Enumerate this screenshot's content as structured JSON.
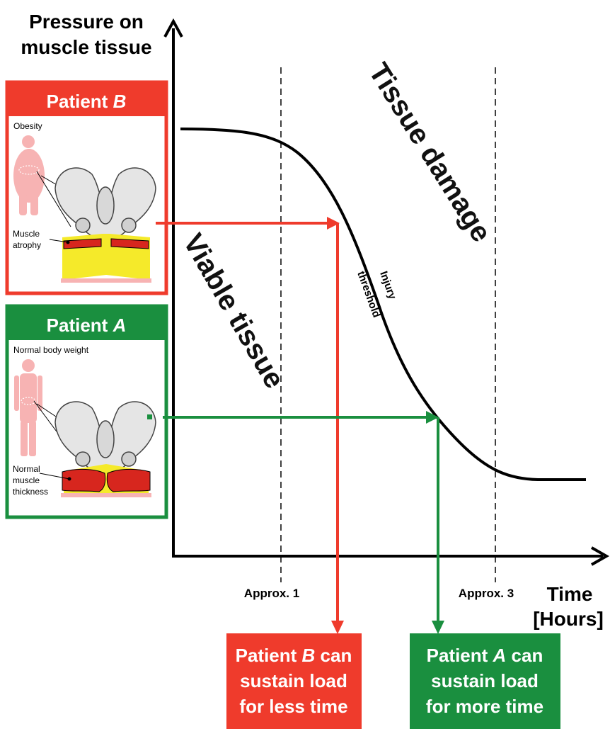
{
  "axes": {
    "y_label_line1": "Pressure on",
    "y_label_line2": "muscle tissue",
    "x_label_line1": "Time",
    "x_label_line2": "[Hours]",
    "tick_1": "Approx. 1",
    "tick_3": "Approx. 3"
  },
  "regions": {
    "damage": "Tissue damage",
    "viable": "Viable tissue",
    "threshold_line1": "Injury",
    "threshold_line2": "threshold"
  },
  "patient_b": {
    "title_prefix": "Patient ",
    "title_letter": "B",
    "condition": "Obesity",
    "muscle_line1": "Muscle",
    "muscle_line2": "atrophy",
    "result_line1_letter": "B",
    "result_line1_prefix": "Patient ",
    "result_line1_suffix": " can",
    "result_line2": "sustain load",
    "result_line3": "for less time"
  },
  "patient_a": {
    "title_prefix": "Patient ",
    "title_letter": "A",
    "condition": "Normal body weight",
    "muscle_line1": "Normal",
    "muscle_line2": "muscle",
    "muscle_line3": "thickness",
    "result_line1_letter": "A",
    "result_line1_prefix": "Patient ",
    "result_line1_suffix": " can",
    "result_line2": "sustain load",
    "result_line3": "for more time"
  },
  "colors": {
    "red": "#ef3b2c",
    "green": "#1a8f3f",
    "skin": "#f7b3b3",
    "fat": "#f5ea2a",
    "muscle": "#d7261e",
    "bone": "#e5e5e5"
  }
}
